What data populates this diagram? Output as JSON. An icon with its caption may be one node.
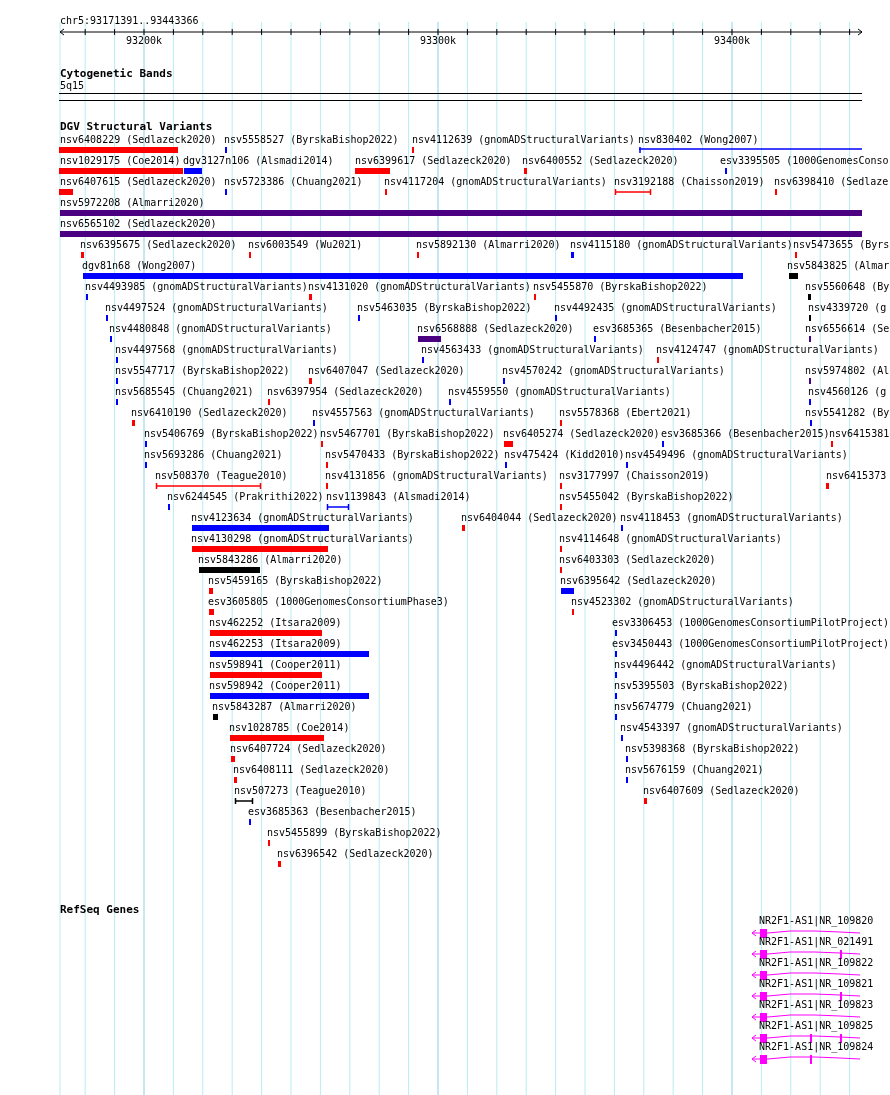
{
  "diagram": {
    "labels": [
      "chr5:93171391..93443366",
      "93200k",
      "93300k",
      "93400k",
      "Cytogenetic Bands",
      "5q15",
      "DGV Structural Variants",
      "nsv6408229 (Sedlazeck2020)",
      "nsv5558527 (ByrskaBishop2022)",
      "nsv4112639 (gnomADStructuralVariants)",
      "nsv830402 (Wong2007)",
      "nsv1029175 (Coe2014)",
      "dgv3127n106 (Alsmadi2014)",
      "nsv6399617 (Sedlazeck2020)",
      "nsv6400552 (Sedlazeck2020)",
      "esv3395505 (1000GenomesConso",
      "nsv6407615 (Sedlazeck2020)",
      "nsv5723386 (Chuang2021)",
      "nsv4117204 (gnomADStructuralVariants)",
      "nsv3192188 (Chaisson2019)",
      "nsv6398410 (Sedlaze",
      "nsv5972208 (Almarri2020)",
      "nsv6565102 (Sedlazeck2020)",
      "nsv6395675 (Sedlazeck2020)",
      "nsv6003549 (Wu2021)",
      "nsv5892130 (Almarri2020)",
      "nsv4115180 (gnomADStructuralVariants)",
      "nsv5473655 (Byrs",
      "dgv81n68 (Wong2007)",
      "nsv5843825 (Almar",
      "nsv4493985 (gnomADStructuralVariants)",
      "nsv4131020 (gnomADStructuralVariants)",
      "nsv5455870 (ByrskaBishop2022)",
      "nsv5560648 (By",
      "nsv4497524 (gnomADStructuralVariants)",
      "nsv5463035 (ByrskaBishop2022)",
      "nsv4492435 (gnomADStructuralVariants)",
      "nsv4339720 (g",
      "nsv4480848 (gnomADStructuralVariants)",
      "nsv6568888 (Sedlazeck2020)",
      "esv3685365 (Besenbacher2015)",
      "nsv6556614 (Se",
      "nsv4497568 (gnomADStructuralVariants)",
      "nsv4563433 (gnomADStructuralVariants)",
      "nsv4124747 (gnomADStructuralVariants)",
      "nsv5547717 (ByrskaBishop2022)",
      "nsv6407047 (Sedlazeck2020)",
      "nsv4570242 (gnomADStructuralVariants)",
      "nsv5974802 (Al",
      "nsv5685545 (Chuang2021)",
      "nsv6397954 (Sedlazeck2020)",
      "nsv4559550 (gnomADStructuralVariants)",
      "nsv4560126 (g",
      "nsv6410190 (Sedlazeck2020)",
      "nsv4557563 (gnomADStructuralVariants)",
      "nsv5578368 (Ebert2021)",
      "nsv5541282 (By",
      "nsv5406769 (ByrskaBishop2022)",
      "nsv5467701 (ByrskaBishop2022)",
      "nsv6405274 (Sedlazeck2020)",
      "esv3685366 (Besenbacher2015)",
      "nsv6415381",
      "nsv5693286 (Chuang2021)",
      "nsv5470433 (ByrskaBishop2022)",
      "nsv475424 (Kidd2010)",
      "nsv4549496 (gnomADStructuralVariants)",
      "nsv508370 (Teague2010)",
      "nsv4131856 (gnomADStructuralVariants)",
      "nsv3177997 (Chaisson2019)",
      "nsv6415373",
      "nsv6244545 (Prakrithi2022)",
      "nsv1139843 (Alsmadi2014)",
      "nsv5455042 (ByrskaBishop2022)",
      "nsv4123634 (gnomADStructuralVariants)",
      "nsv6404044 (Sedlazeck2020)",
      "nsv4118453 (gnomADStructuralVariants)",
      "nsv4130298 (gnomADStructuralVariants)",
      "nsv4114648 (gnomADStructuralVariants)",
      "nsv5843286 (Almarri2020)",
      "nsv6403303 (Sedlazeck2020)",
      "nsv5459165 (ByrskaBishop2022)",
      "nsv6395642 (Sedlazeck2020)",
      "esv3605805 (1000GenomesConsortiumPhase3)",
      "nsv4523302 (gnomADStructuralVariants)",
      "nsv462252 (Itsara2009)",
      "esv3306453 (1000GenomesConsortiumPilotProject)",
      "nsv462253 (Itsara2009)",
      "esv3450443 (1000GenomesConsortiumPilotProject)",
      "nsv598941 (Cooper2011)",
      "nsv4496442 (gnomADStructuralVariants)",
      "nsv598942 (Cooper2011)",
      "nsv5395503 (ByrskaBishop2022)",
      "nsv5843287 (Almarri2020)",
      "nsv5674779 (Chuang2021)",
      "nsv1028785 (Coe2014)",
      "nsv4543397 (gnomADStructuralVariants)",
      "nsv6407724 (Sedlazeck2020)",
      "nsv5398368 (ByrskaBishop2022)",
      "nsv6408111 (Sedlazeck2020)",
      "nsv5676159 (Chuang2021)",
      "nsv507273 (Teague2010)",
      "nsv6407609 (Sedlazeck2020)",
      "esv3685363 (Besenbacher2015)",
      "nsv5455899 (ByrskaBishop2022)",
      "nsv6396542 (Sedlazeck2020)",
      "RefSeq Genes",
      "NR2F1-AS1|NR_109820",
      "NR2F1-AS1|NR_021491",
      "NR2F1-AS1|NR_109822",
      "NR2F1-AS1|NR_109821",
      "NR2F1-AS1|NR_109823",
      "NR2F1-AS1|NR_109825",
      "NR2F1-AS1|NR_109824"
    ]
  }
}
